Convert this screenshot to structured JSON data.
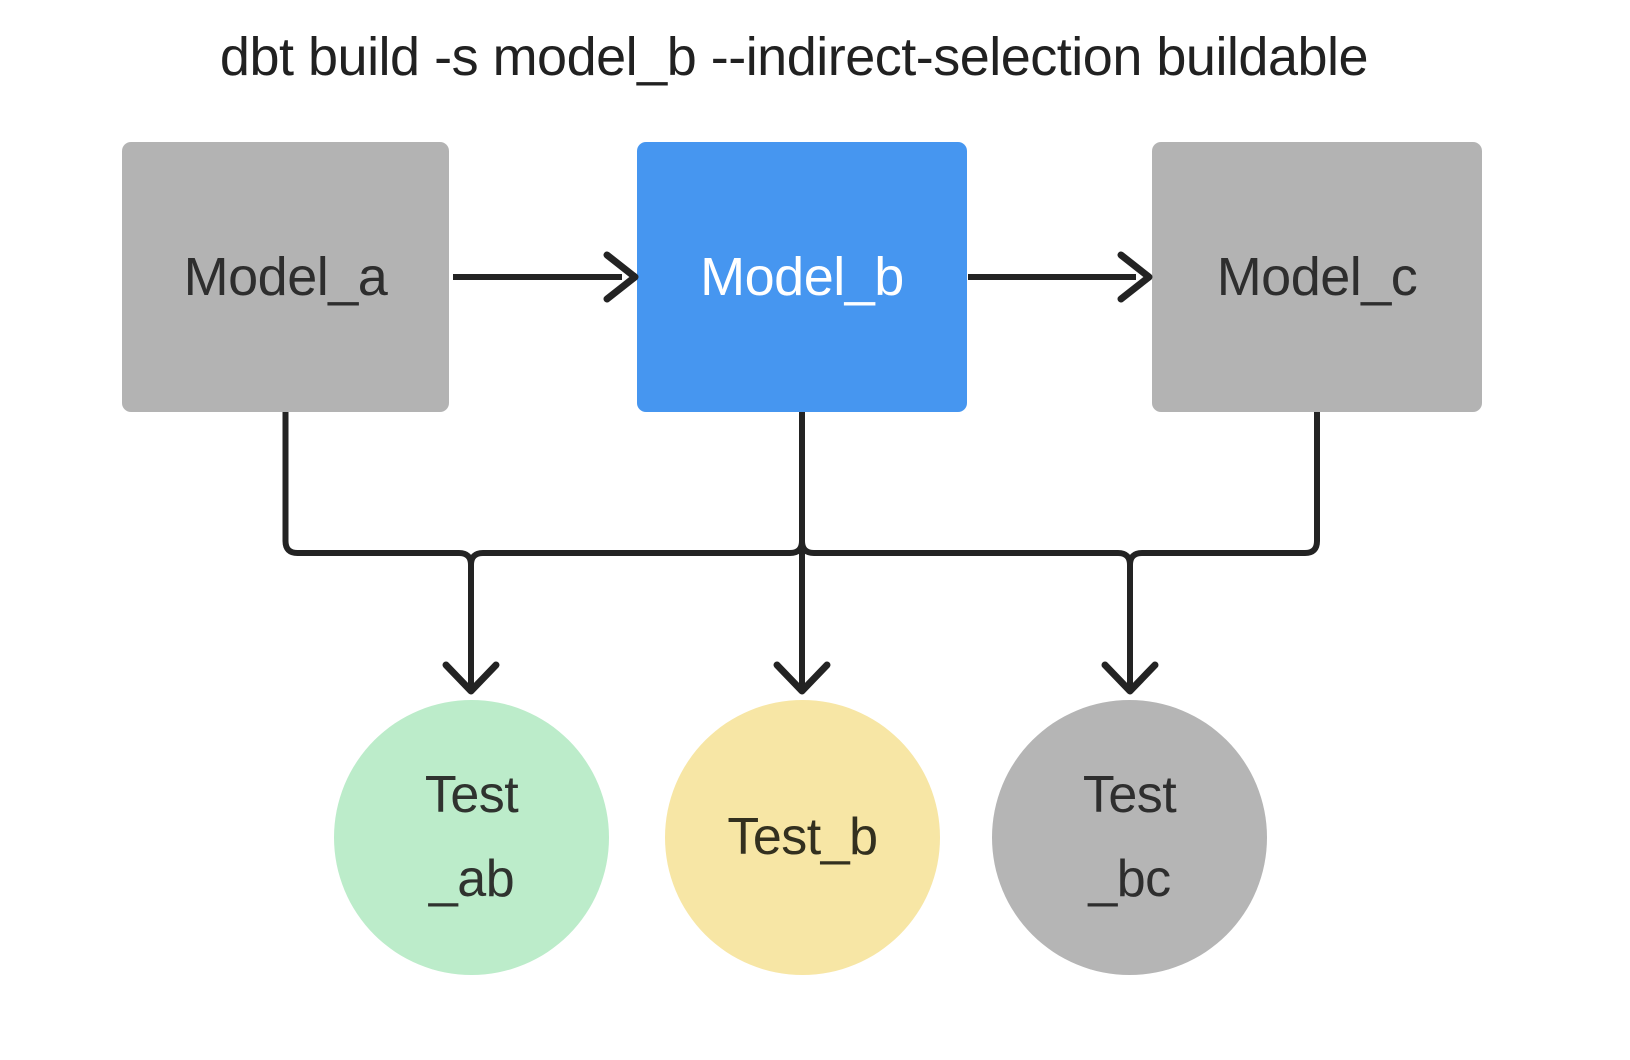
{
  "title": "dbt build -s model_b --indirect-selection buildable",
  "diagram": {
    "models": [
      {
        "id": "model_a",
        "label": "Model_a",
        "selected": false
      },
      {
        "id": "model_b",
        "label": "Model_b",
        "selected": true
      },
      {
        "id": "model_c",
        "label": "Model_c",
        "selected": false
      }
    ],
    "tests": [
      {
        "id": "test_ab",
        "lines": [
          "Test",
          "_ab"
        ],
        "color": "#bcecca"
      },
      {
        "id": "test_b",
        "lines": [
          "Test_b"
        ],
        "color": "#f7e6a5"
      },
      {
        "id": "test_bc",
        "lines": [
          "Test",
          "_bc"
        ],
        "color": "#b5b5b5"
      }
    ],
    "edges": [
      "model_a -> model_b",
      "model_b -> model_c",
      "model_a -> test_ab",
      "model_b -> test_ab",
      "model_b -> test_b",
      "model_b -> test_bc",
      "model_c -> test_bc"
    ]
  },
  "colors": {
    "selected_model_fill": "#4696f0",
    "unselected_model_fill": "#b3b3b3",
    "selected_model_text": "#ffffff",
    "unselected_model_text": "#2e2e2e",
    "test_ab_fill": "#bcecca",
    "test_b_fill": "#f7e6a5",
    "test_bc_fill": "#b5b5b5",
    "edge_stroke": "#232323",
    "title_text": "#212121",
    "background": "#ffffff"
  }
}
